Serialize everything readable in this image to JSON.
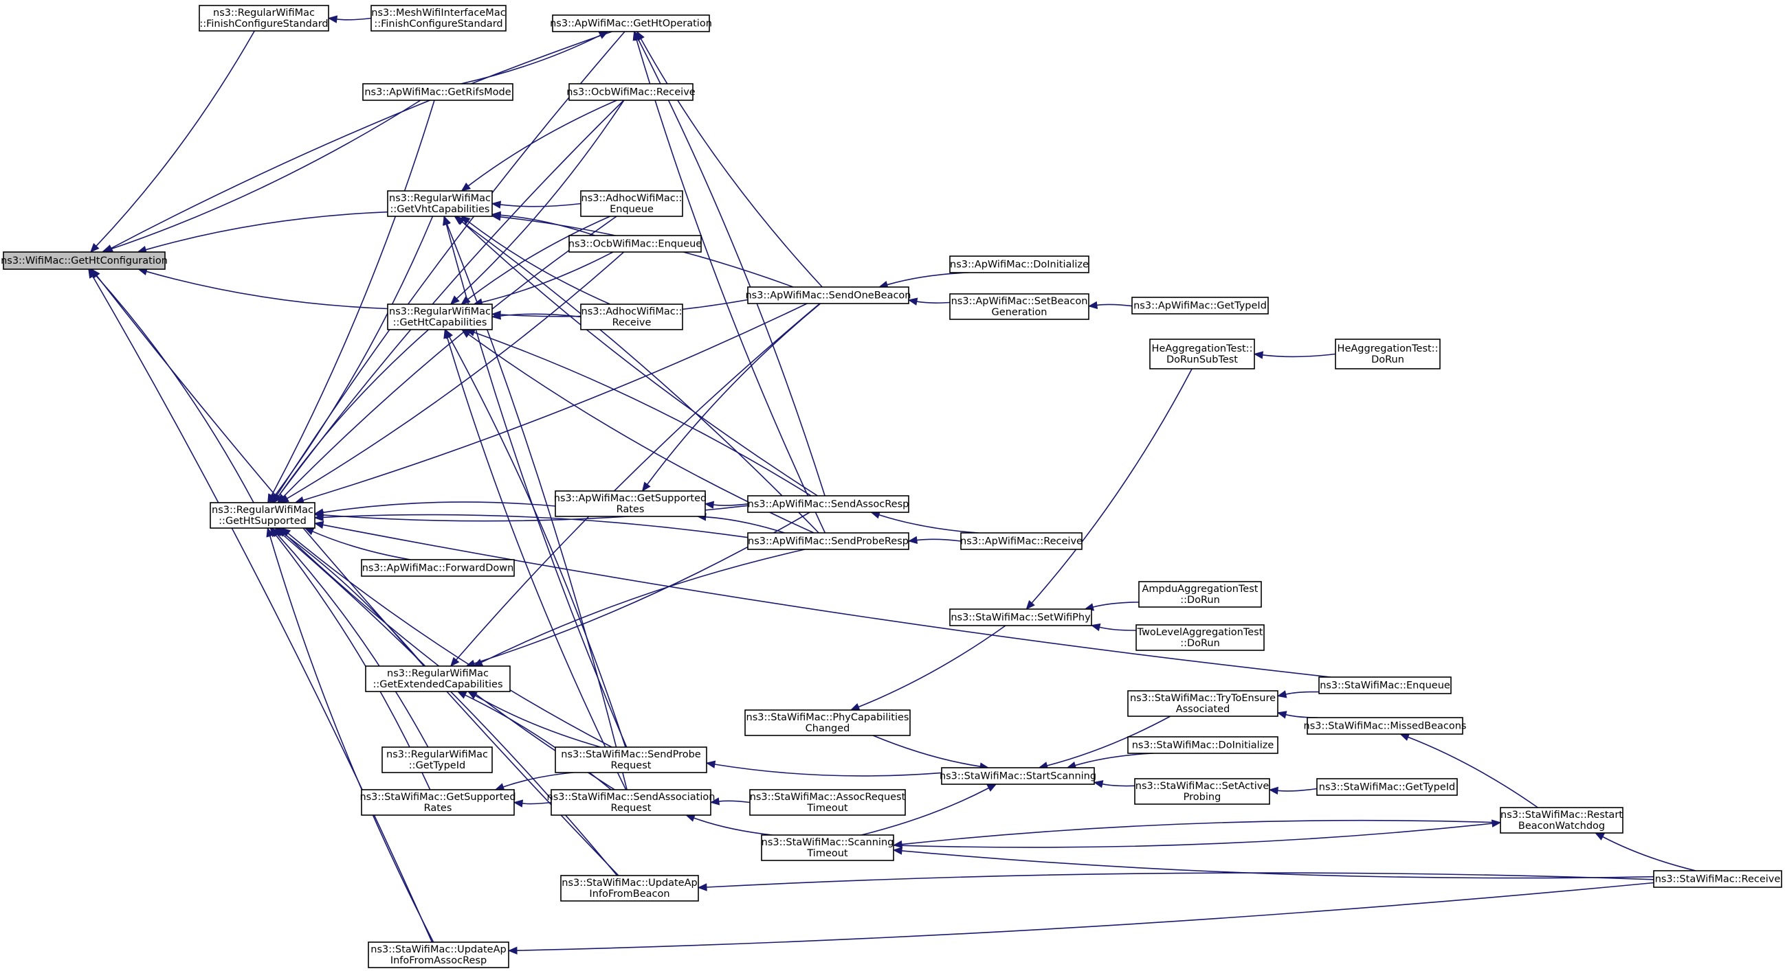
{
  "graph": {
    "nodes": [
      {
        "id": "n0",
        "lines": [
          "ns3::WifiMac::GetHtConfiguration"
        ],
        "root": true
      },
      {
        "id": "n1",
        "lines": [
          "ns3::RegularWifiMac",
          "::FinishConfigureStandard"
        ]
      },
      {
        "id": "n2",
        "lines": [
          "ns3::MeshWifiInterfaceMac",
          "::FinishConfigureStandard"
        ]
      },
      {
        "id": "n3",
        "lines": [
          "ns3::ApWifiMac::GetHtOperation"
        ]
      },
      {
        "id": "n4",
        "lines": [
          "ns3::ApWifiMac::GetRifsMode"
        ]
      },
      {
        "id": "n5",
        "lines": [
          "ns3::OcbWifiMac::Receive"
        ]
      },
      {
        "id": "n6",
        "lines": [
          "ns3::RegularWifiMac",
          "::GetVhtCapabilities"
        ]
      },
      {
        "id": "n7",
        "lines": [
          "ns3::AdhocWifiMac::",
          "Enqueue"
        ]
      },
      {
        "id": "n8",
        "lines": [
          "ns3::OcbWifiMac::Enqueue"
        ]
      },
      {
        "id": "n9",
        "lines": [
          "ns3::RegularWifiMac",
          "::GetHtCapabilities"
        ]
      },
      {
        "id": "n10",
        "lines": [
          "ns3::AdhocWifiMac::",
          "Receive"
        ]
      },
      {
        "id": "n11",
        "lines": [
          "ns3::ApWifiMac::SendOneBeacon"
        ]
      },
      {
        "id": "n12",
        "lines": [
          "ns3::ApWifiMac::DoInitialize"
        ]
      },
      {
        "id": "n13",
        "lines": [
          "ns3::ApWifiMac::SetBeacon",
          "Generation"
        ]
      },
      {
        "id": "n14",
        "lines": [
          "ns3::ApWifiMac::GetTypeId"
        ]
      },
      {
        "id": "n15",
        "lines": [
          "HeAggregationTest::",
          "DoRunSubTest"
        ]
      },
      {
        "id": "n16",
        "lines": [
          "HeAggregationTest::",
          "DoRun"
        ]
      },
      {
        "id": "n17",
        "lines": [
          "ns3::RegularWifiMac",
          "::GetHtSupported"
        ]
      },
      {
        "id": "n18",
        "lines": [
          "ns3::ApWifiMac::GetSupported",
          "Rates"
        ]
      },
      {
        "id": "n19",
        "lines": [
          "ns3::ApWifiMac::SendAssocResp"
        ]
      },
      {
        "id": "n20",
        "lines": [
          "ns3::ApWifiMac::SendProbeResp"
        ]
      },
      {
        "id": "n21",
        "lines": [
          "ns3::ApWifiMac::Receive"
        ]
      },
      {
        "id": "n22",
        "lines": [
          "ns3::ApWifiMac::ForwardDown"
        ]
      },
      {
        "id": "n23",
        "lines": [
          "ns3::StaWifiMac::SetWifiPhy"
        ]
      },
      {
        "id": "n24",
        "lines": [
          "AmpduAggregationTest",
          "::DoRun"
        ]
      },
      {
        "id": "n25",
        "lines": [
          "TwoLevelAggregationTest",
          "::DoRun"
        ]
      },
      {
        "id": "n26",
        "lines": [
          "ns3::RegularWifiMac",
          "::GetExtendedCapabilities"
        ]
      },
      {
        "id": "n27",
        "lines": [
          "ns3::StaWifiMac::PhyCapabilities",
          "Changed"
        ]
      },
      {
        "id": "n28",
        "lines": [
          "ns3::StaWifiMac::TryToEnsure",
          "Associated"
        ]
      },
      {
        "id": "n29",
        "lines": [
          "ns3::StaWifiMac::Enqueue"
        ]
      },
      {
        "id": "n30",
        "lines": [
          "ns3::StaWifiMac::MissedBeacons"
        ]
      },
      {
        "id": "n31",
        "lines": [
          "ns3::StaWifiMac::DoInitialize"
        ]
      },
      {
        "id": "n32",
        "lines": [
          "ns3::RegularWifiMac",
          "::GetTypeId"
        ]
      },
      {
        "id": "n33",
        "lines": [
          "ns3::StaWifiMac::SendProbe",
          "Request"
        ]
      },
      {
        "id": "n34",
        "lines": [
          "ns3::StaWifiMac::StartScanning"
        ]
      },
      {
        "id": "n35",
        "lines": [
          "ns3::StaWifiMac::SetActive",
          "Probing"
        ]
      },
      {
        "id": "n36",
        "lines": [
          "ns3::StaWifiMac::GetTypeId"
        ]
      },
      {
        "id": "n37",
        "lines": [
          "ns3::StaWifiMac::GetSupported",
          "Rates"
        ]
      },
      {
        "id": "n38",
        "lines": [
          "ns3::StaWifiMac::SendAssociation",
          "Request"
        ]
      },
      {
        "id": "n39",
        "lines": [
          "ns3::StaWifiMac::AssocRequest",
          "Timeout"
        ]
      },
      {
        "id": "n40",
        "lines": [
          "ns3::StaWifiMac::Restart",
          "BeaconWatchdog"
        ]
      },
      {
        "id": "n41",
        "lines": [
          "ns3::StaWifiMac::Scanning",
          "Timeout"
        ]
      },
      {
        "id": "n42",
        "lines": [
          "ns3::StaWifiMac::UpdateAp",
          "InfoFromBeacon"
        ]
      },
      {
        "id": "n43",
        "lines": [
          "ns3::StaWifiMac::Receive"
        ]
      },
      {
        "id": "n44",
        "lines": [
          "ns3::StaWifiMac::UpdateAp",
          "InfoFromAssocResp"
        ]
      }
    ],
    "edges": [
      [
        "n1",
        "n0"
      ],
      [
        "n3",
        "n0"
      ],
      [
        "n4",
        "n0"
      ],
      [
        "n6",
        "n0"
      ],
      [
        "n9",
        "n0"
      ],
      [
        "n17",
        "n0"
      ],
      [
        "n42",
        "n0"
      ],
      [
        "n44",
        "n0"
      ],
      [
        "n2",
        "n1"
      ],
      [
        "n4",
        "n3"
      ],
      [
        "n11",
        "n3"
      ],
      [
        "n19",
        "n3"
      ],
      [
        "n20",
        "n3"
      ],
      [
        "n5",
        "n6"
      ],
      [
        "n7",
        "n6"
      ],
      [
        "n8",
        "n6"
      ],
      [
        "n10",
        "n6"
      ],
      [
        "n11",
        "n6"
      ],
      [
        "n19",
        "n6"
      ],
      [
        "n20",
        "n6"
      ],
      [
        "n33",
        "n6"
      ],
      [
        "n38",
        "n6"
      ],
      [
        "n5",
        "n9"
      ],
      [
        "n7",
        "n9"
      ],
      [
        "n8",
        "n9"
      ],
      [
        "n10",
        "n9"
      ],
      [
        "n11",
        "n9"
      ],
      [
        "n19",
        "n9"
      ],
      [
        "n20",
        "n9"
      ],
      [
        "n33",
        "n9"
      ],
      [
        "n38",
        "n9"
      ],
      [
        "n12",
        "n11"
      ],
      [
        "n13",
        "n11"
      ],
      [
        "n14",
        "n13"
      ],
      [
        "n16",
        "n15"
      ],
      [
        "n3",
        "n17"
      ],
      [
        "n4",
        "n17"
      ],
      [
        "n5",
        "n17"
      ],
      [
        "n6",
        "n17"
      ],
      [
        "n7",
        "n17"
      ],
      [
        "n8",
        "n17"
      ],
      [
        "n9",
        "n17"
      ],
      [
        "n11",
        "n17"
      ],
      [
        "n18",
        "n17"
      ],
      [
        "n19",
        "n17"
      ],
      [
        "n20",
        "n17"
      ],
      [
        "n22",
        "n17"
      ],
      [
        "n26",
        "n17"
      ],
      [
        "n29",
        "n17"
      ],
      [
        "n32",
        "n17"
      ],
      [
        "n33",
        "n17"
      ],
      [
        "n37",
        "n17"
      ],
      [
        "n38",
        "n17"
      ],
      [
        "n42",
        "n17"
      ],
      [
        "n44",
        "n17"
      ],
      [
        "n11",
        "n18"
      ],
      [
        "n19",
        "n18"
      ],
      [
        "n20",
        "n18"
      ],
      [
        "n21",
        "n19"
      ],
      [
        "n21",
        "n20"
      ],
      [
        "n15",
        "n23"
      ],
      [
        "n24",
        "n23"
      ],
      [
        "n25",
        "n23"
      ],
      [
        "n11",
        "n26"
      ],
      [
        "n19",
        "n26"
      ],
      [
        "n20",
        "n26"
      ],
      [
        "n33",
        "n26"
      ],
      [
        "n38",
        "n26"
      ],
      [
        "n23",
        "n27"
      ],
      [
        "n29",
        "n28"
      ],
      [
        "n30",
        "n28"
      ],
      [
        "n40",
        "n30"
      ],
      [
        "n34",
        "n33"
      ],
      [
        "n27",
        "n34"
      ],
      [
        "n28",
        "n34"
      ],
      [
        "n31",
        "n34"
      ],
      [
        "n35",
        "n34"
      ],
      [
        "n41",
        "n34"
      ],
      [
        "n36",
        "n35"
      ],
      [
        "n33",
        "n37"
      ],
      [
        "n38",
        "n37"
      ],
      [
        "n39",
        "n38"
      ],
      [
        "n41",
        "n38"
      ],
      [
        "n41",
        "n40"
      ],
      [
        "n43",
        "n40"
      ],
      [
        "n40",
        "n41"
      ],
      [
        "n43",
        "n41"
      ],
      [
        "n43",
        "n42"
      ],
      [
        "n43",
        "n44"
      ]
    ]
  }
}
